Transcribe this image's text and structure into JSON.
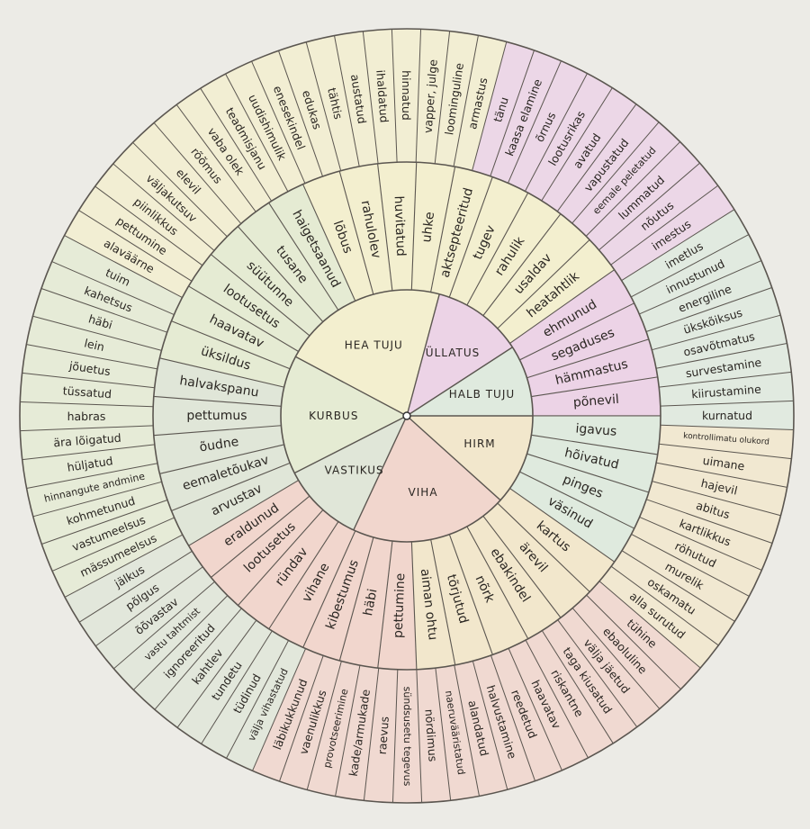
{
  "core": [
    {
      "label": "HEA TUJU",
      "color": "#f3efcf"
    },
    {
      "label": "ÜLLATUS",
      "color": "#ecd3e6"
    },
    {
      "label": "HALB TUJU",
      "color": "#dfeade"
    },
    {
      "label": "HIRM",
      "color": "#f2e7cc"
    },
    {
      "label": "VIHA",
      "color": "#f1d6cd"
    },
    {
      "label": "VASTIKUS",
      "color": "#e0e6d8"
    },
    {
      "label": "KURBUS",
      "color": "#e5ebd3"
    }
  ],
  "middle": [
    {
      "label": "huvitatud",
      "parent": 0
    },
    {
      "label": "uhke",
      "parent": 0
    },
    {
      "label": "aktsepteeritud",
      "parent": 0
    },
    {
      "label": "tugev",
      "parent": 0
    },
    {
      "label": "rahulik",
      "parent": 0
    },
    {
      "label": "usaldav",
      "parent": 0
    },
    {
      "label": "heatahtlik",
      "parent": 0
    },
    {
      "label": "ehmunud",
      "parent": 1
    },
    {
      "label": "segaduses",
      "parent": 1
    },
    {
      "label": "hämmastus",
      "parent": 1
    },
    {
      "label": "põnevil",
      "parent": 1
    },
    {
      "label": "igavus",
      "parent": 2
    },
    {
      "label": "hõivatud",
      "parent": 2
    },
    {
      "label": "pinges",
      "parent": 2
    },
    {
      "label": "väsinud",
      "parent": 2
    },
    {
      "label": "kartus",
      "parent": 3
    },
    {
      "label": "ärevil",
      "parent": 3
    },
    {
      "label": "ebakindel",
      "parent": 3
    },
    {
      "label": "nõrk",
      "parent": 3
    },
    {
      "label": "tõrjutud",
      "parent": 3
    },
    {
      "label": "aiman ohtu",
      "parent": 3
    },
    {
      "label": "pettumine",
      "parent": 4
    },
    {
      "label": "häbi",
      "parent": 4
    },
    {
      "label": "kibestumus",
      "parent": 4
    },
    {
      "label": "vihane",
      "parent": 4
    },
    {
      "label": "ründav",
      "parent": 4
    },
    {
      "label": "lootusetus",
      "parent": 4
    },
    {
      "label": "eraldunud",
      "parent": 4
    },
    {
      "label": "arvustav",
      "parent": 5
    },
    {
      "label": "eemaletõukav",
      "parent": 5
    },
    {
      "label": "õudne",
      "parent": 5
    },
    {
      "label": "pettumus",
      "parent": 5
    },
    {
      "label": "halvakspanu",
      "parent": 5
    },
    {
      "label": "üksildus",
      "parent": 6
    },
    {
      "label": "haavatav",
      "parent": 6
    },
    {
      "label": "lootusetus",
      "parent": 6
    },
    {
      "label": "süütunne",
      "parent": 6
    },
    {
      "label": "tusane",
      "parent": 6
    },
    {
      "label": "haigetsaanud",
      "parent": 6
    },
    {
      "label": "lõbus",
      "parent": 0
    },
    {
      "label": "rahulolev",
      "parent": 0
    }
  ],
  "outer": [
    "ihaldatud",
    "hinnatud",
    "vapper, julge",
    "loominguline",
    "armastus",
    "tänu",
    "kaasa elamine",
    "õrnus",
    "lootusrikas",
    "avatud",
    "vapustatud",
    "eemale peletatud",
    "lummatud",
    "nõutus",
    "imestus",
    "imetlus",
    "innustunud",
    "energiline",
    "ükskõiksus",
    "osavõtmatus",
    "survestamine",
    "kiirustamine",
    "kurnatud",
    "kontrollimatu olukord",
    "uimane",
    "hajevil",
    "abitus",
    "kartlikkus",
    "röhutud",
    "murelik",
    "oskamatu",
    "alla surutud",
    "tühine",
    "ebaoluline",
    "välja jäetud",
    "taga kiusatud",
    "riskantne",
    "haavatav",
    "reedetud",
    "halvustamine",
    "alandatud",
    "naeruvääristatud",
    "nördimus",
    "sündsusetu tegevus",
    "raevus",
    "kade/armukade",
    "provotseerimine",
    "vaenulikkus",
    "läbikukkunud",
    "välja vihastatud",
    "tüdinud",
    "tundetu",
    "kahtlev",
    "ignoreeritud",
    "vastu tahtmist",
    "õõvastav",
    "põlgus",
    "jälkus",
    "mässumeelsus",
    "vastumeelsus",
    "kohmetunud",
    "hinnangute andmine",
    "hüljatud",
    "ära lõigatud",
    "habras",
    "tüssatud",
    "jõuetus",
    "lein",
    "häbi",
    "kahetsus",
    "tuim",
    "alaväärne",
    "pettumine",
    "piinlikkus",
    "väljakutsuv",
    "elevil",
    "rõõmus",
    "vaba olek",
    "teadmisjanu",
    "uudishimulik",
    "enesekindel",
    "edukas",
    "tähtis",
    "austatud"
  ]
}
